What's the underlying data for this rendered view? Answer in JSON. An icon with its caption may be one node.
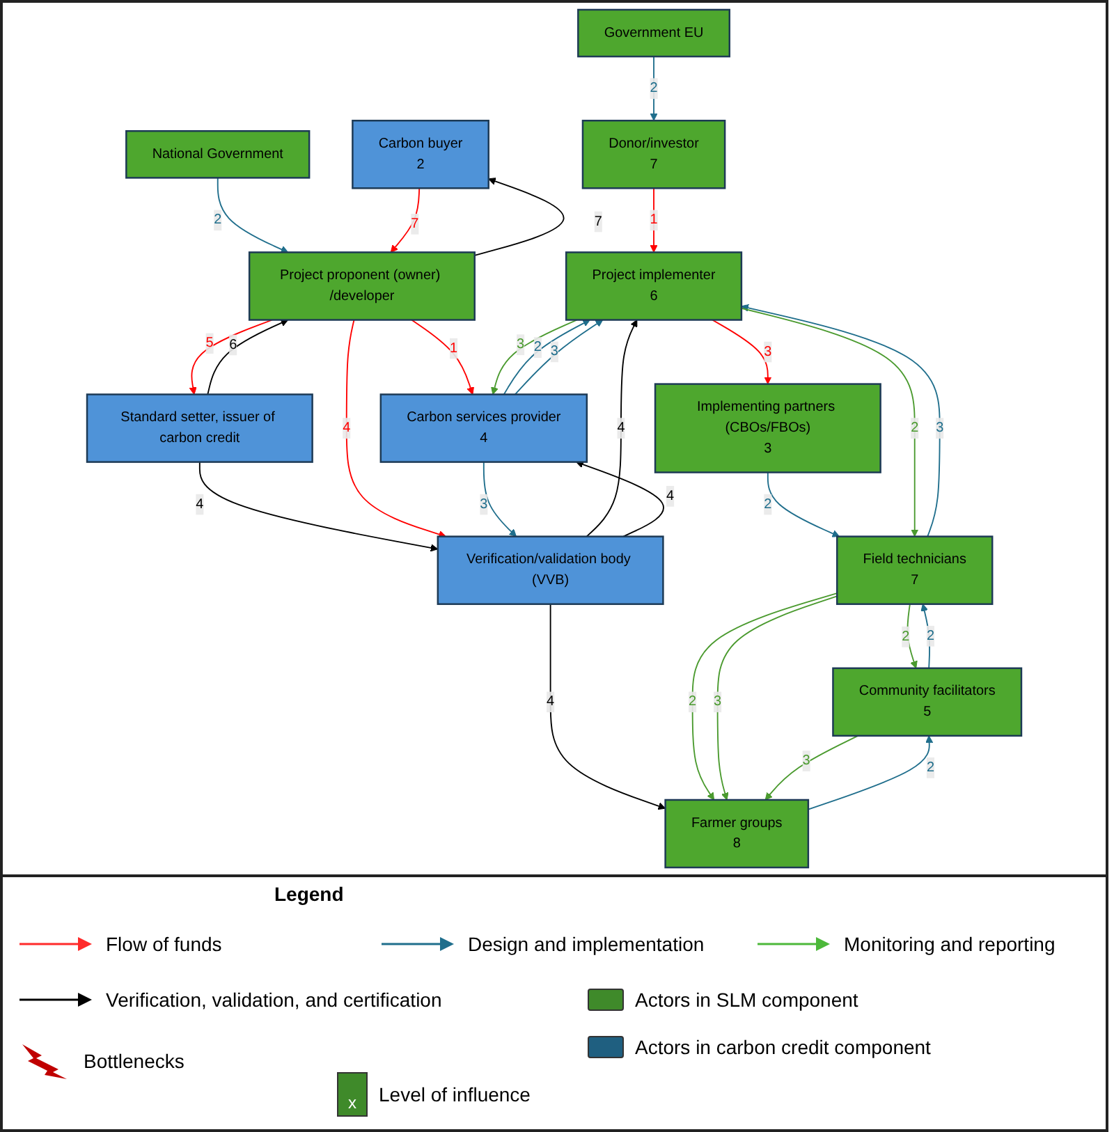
{
  "diagram": {
    "nodes": [
      {
        "text": [
          "Government EU"
        ]
      },
      {
        "text": [
          "Donor/investor",
          "7"
        ]
      },
      {
        "text": [
          "Carbon buyer",
          "2"
        ]
      },
      {
        "text": [
          "National Government"
        ]
      },
      {
        "text": [
          "Project proponent (owner) /developer"
        ]
      },
      {
        "text": [
          "Standard setter, issuer of carbon credit"
        ]
      },
      {
        "text": [
          "Implementing partners (CBOs/FBOs)",
          "3"
        ]
      },
      {
        "text": [
          "Project implementer",
          "6"
        ]
      },
      {
        "text": [
          "Verification/validation body (VVB)"
        ]
      },
      {
        "text": [
          "Field technicians",
          "7"
        ]
      },
      {
        "text": [
          "Carbon services provider",
          "4"
        ]
      },
      {
        "text": [
          "Community facilitators",
          "5"
        ]
      },
      {
        "text": [
          "Farmer groups",
          "8"
        ]
      }
    ],
    "edges": [
      {
        "from": 0,
        "to": 1,
        "arrow": "to",
        "label": "2",
        "color": "#1f6e8c"
      },
      {
        "from": 3,
        "to": 4,
        "arrow": "to",
        "label": "2",
        "color": "#1f6e8c"
      },
      {
        "from": 1,
        "to": 7,
        "arrow": "to",
        "label": "1",
        "color": "#ff0000"
      },
      {
        "from": 2,
        "to": 4,
        "arrow": "to",
        "label": "7",
        "color": "#ff0000"
      },
      {
        "from": 4,
        "to": 2,
        "arrow": "to",
        "label": "7",
        "color": "#000000"
      },
      {
        "from": 5,
        "to": 4,
        "arrow": "to",
        "label": "6",
        "color": "#000000"
      },
      {
        "from": 4,
        "to": 5,
        "arrow": "to",
        "label": "5",
        "color": "#ff0000"
      },
      {
        "from": 5,
        "to": 8,
        "arrow": "to",
        "label": "4",
        "color": "#000000"
      },
      {
        "from": 4,
        "to": 8,
        "arrow": "to",
        "label": "4",
        "color": "#ff0000"
      },
      {
        "from": 4,
        "to": 10,
        "arrow": "to",
        "label": "1",
        "color": "#ff0000"
      },
      {
        "from": 8,
        "to": 7,
        "arrow": "to",
        "label": "4",
        "color": "#000000"
      },
      {
        "from": 7,
        "to": 6,
        "arrow": "to",
        "label": "3",
        "color": "#ff0000"
      },
      {
        "from": 6,
        "to": 9,
        "arrow": "to",
        "label": "2",
        "color": "#1f6e8c"
      },
      {
        "from": 9,
        "to": 7,
        "arrow": "to",
        "label": "3",
        "color": "#1f6e8c"
      },
      {
        "from": 7,
        "to": 9,
        "arrow": "to",
        "label": "2",
        "color": "#4a9a2e"
      },
      {
        "from": 10,
        "to": 7,
        "arrow": "to",
        "label": "2",
        "color": "#1f6e8c"
      },
      {
        "from": 10,
        "to": 7,
        "arrow": "to",
        "label": "3",
        "color": "#1f6e8c"
      },
      {
        "from": 7,
        "to": 10,
        "arrow": "to",
        "label": "3",
        "color": "#4a9a2e"
      },
      {
        "from": 10,
        "to": 8,
        "arrow": "to",
        "label": "3",
        "color": "#1f6e8c"
      },
      {
        "from": 8,
        "to": 10,
        "arrow": "to",
        "label": "4",
        "color": "#000000"
      },
      {
        "from": 8,
        "to": 12,
        "arrow": "to",
        "label": "4",
        "color": "#000000"
      },
      {
        "from": 9,
        "to": 11,
        "arrow": "to",
        "label": "2",
        "color": "#4a9a2e"
      },
      {
        "from": 11,
        "to": 9,
        "arrow": "to",
        "label": "2",
        "color": "#1f6e8c"
      },
      {
        "from": 9,
        "to": 12,
        "arrow": "to",
        "label": "2",
        "color": "#4a9a2e"
      },
      {
        "from": 9,
        "to": 12,
        "arrow": "to",
        "label": "3",
        "color": "#4a9a2e"
      },
      {
        "from": 11,
        "to": 12,
        "arrow": "to",
        "label": "3",
        "color": "#4a9a2e"
      },
      {
        "from": 12,
        "to": 11,
        "arrow": "to",
        "label": "2",
        "color": "#1f6e8c"
      }
    ],
    "labels": [
      "Legend",
      "x"
    ],
    "legend": [
      {
        "text": "Flow of funds"
      },
      {
        "text": "Design and implementation"
      },
      {
        "text": "Monitoring and reporting"
      },
      {
        "text": "Verification, validation, and certification"
      },
      {
        "text": "Actors in SLM component",
        "color": "#3f8a2a"
      },
      {
        "text": "Bottlenecks"
      },
      {
        "text": "Actors in carbon credit component",
        "color": "#1f5f80"
      },
      {
        "text": "Level of influence"
      }
    ]
  }
}
